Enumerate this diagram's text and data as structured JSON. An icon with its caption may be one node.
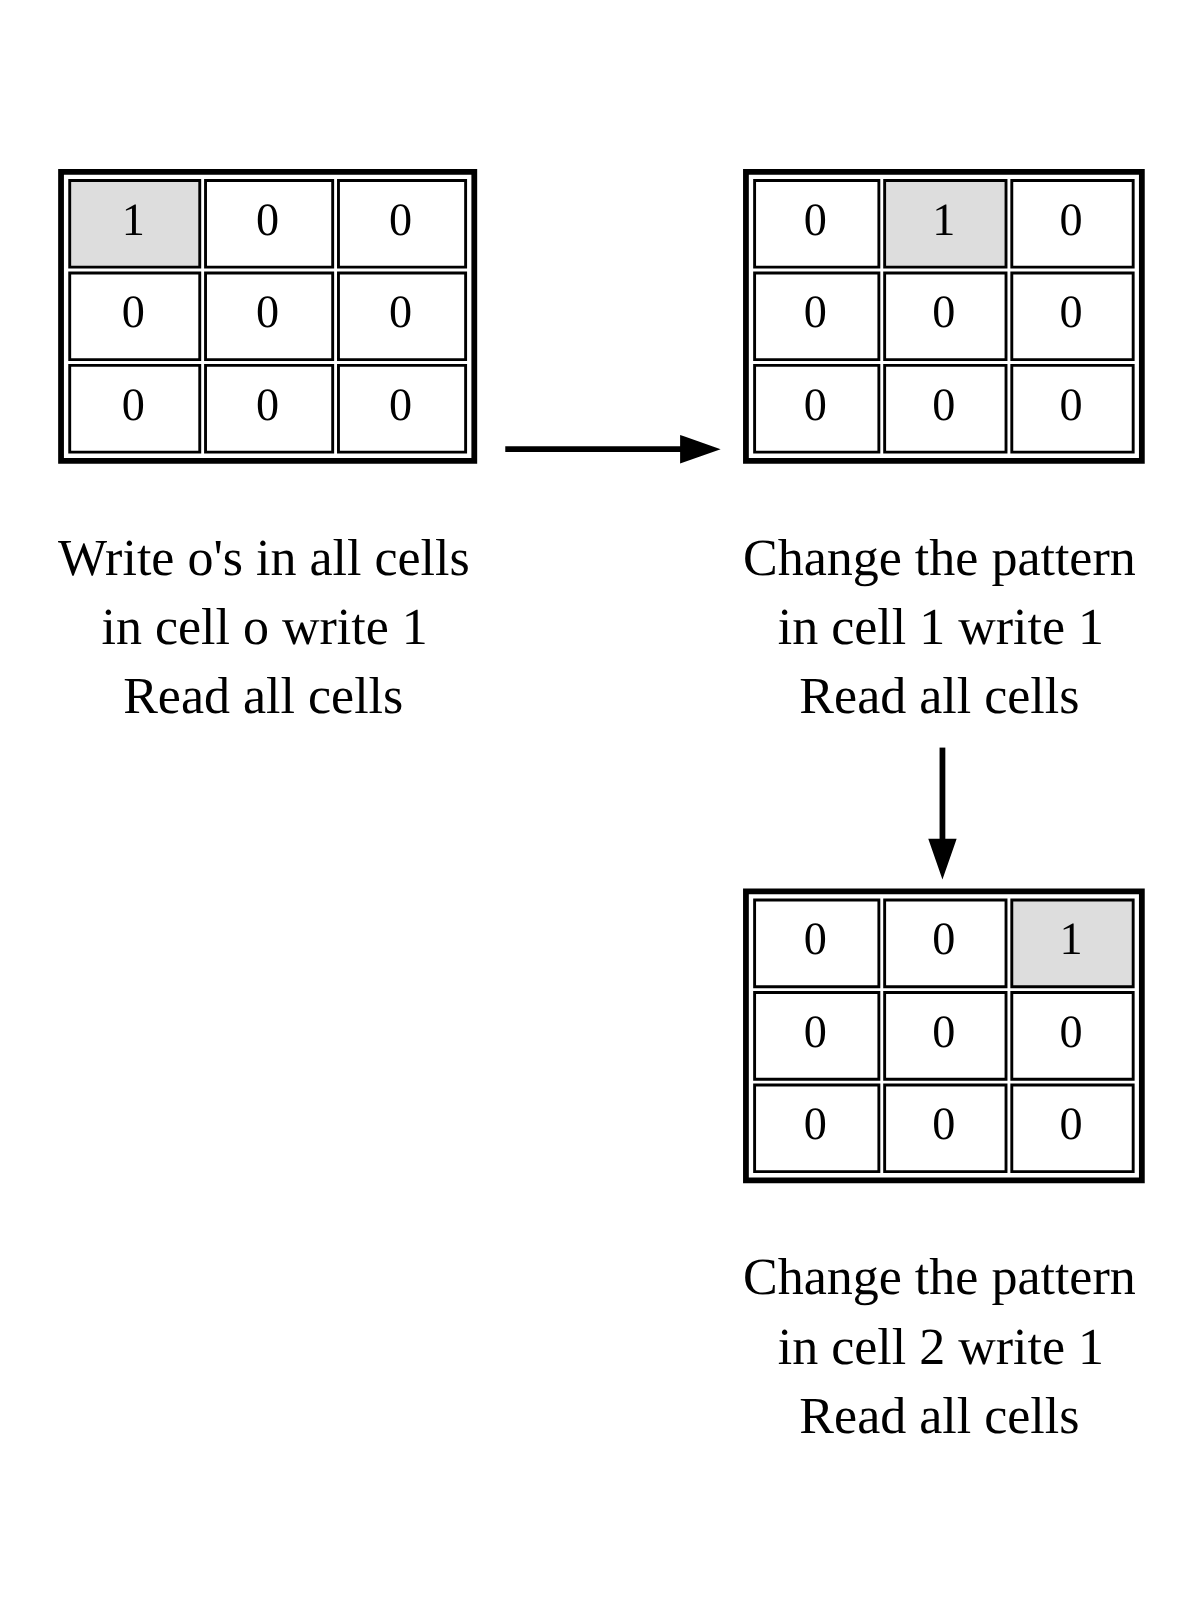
{
  "diagram": {
    "nodes": [
      {
        "text": [
          "1",
          "0",
          "0",
          "0",
          "0",
          "0",
          "0",
          "0",
          "0"
        ],
        "beside": [
          "Write o's in all cells",
          "in cell o write 1",
          "Read all cells"
        ]
      },
      {
        "text": [
          "0",
          "1",
          "0",
          "0",
          "0",
          "0",
          "0",
          "0",
          "0"
        ],
        "beside": [
          "Change the pattern",
          "in cell 1 write 1",
          "Read all cells"
        ]
      },
      {
        "text": [
          "0",
          "0",
          "1",
          "0",
          "0",
          "0",
          "0",
          "0",
          "0"
        ],
        "beside": [
          "Change the pattern",
          "in cell 2 write 1",
          "Read all cells"
        ]
      }
    ],
    "edges": [
      {
        "from": 0,
        "to": 1,
        "arrow": "to"
      },
      {
        "from": 1,
        "to": 2,
        "arrow": "to"
      }
    ]
  }
}
